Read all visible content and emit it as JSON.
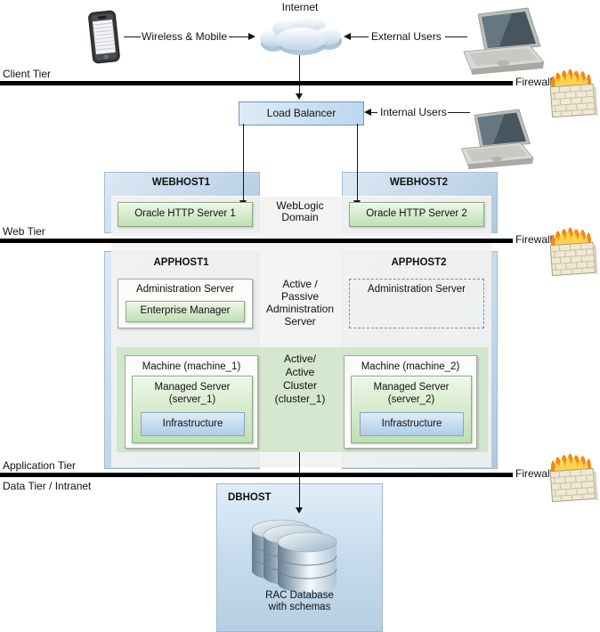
{
  "top": {
    "internet": "Internet",
    "wireless": "Wireless & Mobile",
    "external": "External Users"
  },
  "load_balancer": "Load Balancer",
  "internal_users": "Internal Users",
  "tiers": {
    "client": "Client Tier",
    "web": "Web Tier",
    "application": "Application Tier",
    "data": "Data Tier / Intranet",
    "firewall": "Firewall"
  },
  "web_tier": {
    "domain": "WebLogic\nDomain",
    "hosts": [
      {
        "name": "WEBHOST1",
        "server": "Oracle HTTP Server 1"
      },
      {
        "name": "WEBHOST2",
        "server": "Oracle HTTP Server 2"
      }
    ]
  },
  "app_tier": {
    "hosts": [
      {
        "name": "APPHOST1"
      },
      {
        "name": "APPHOST2"
      }
    ],
    "admin1": {
      "title": "Administration Server",
      "em": "Enterprise Manager"
    },
    "admin2": {
      "title": "Administration Server"
    },
    "active_passive": "Active /\nPassive\nAdministration\nServer",
    "cluster": "Active/\nActive\nCluster\n(cluster_1)",
    "machines": [
      {
        "name": "Machine (machine_1)",
        "managed": "Managed Server\n(server_1)",
        "infra": "Infrastructure"
      },
      {
        "name": "Machine (machine_2)",
        "managed": "Managed Server\n(server_2)",
        "infra": "Infrastructure"
      }
    ]
  },
  "data_tier": {
    "host": "DBHOST",
    "database": "RAC Database\nwith schemas"
  },
  "icons": {
    "smartphone": "smartphone-icon",
    "cloud": "internet-cloud-icon",
    "laptop": "laptop-icon",
    "firewall": "firewall-brick-flames-icon",
    "database": "rac-database-cylinders-icon"
  },
  "colors": {
    "host_blue": "#c4d8ea",
    "domain_gray": "#f3f3f0",
    "server_green": "#cfe7c4",
    "cluster_green": "#d9e9d2",
    "infra_blue": "#c2d9ee",
    "load_balancer_blue": "#c9ddf0",
    "dbhost_blue": "#c6dbed",
    "tier_bar": "#000000",
    "flame_orange": "#f28a12",
    "brick_beige": "#efe9d4"
  }
}
